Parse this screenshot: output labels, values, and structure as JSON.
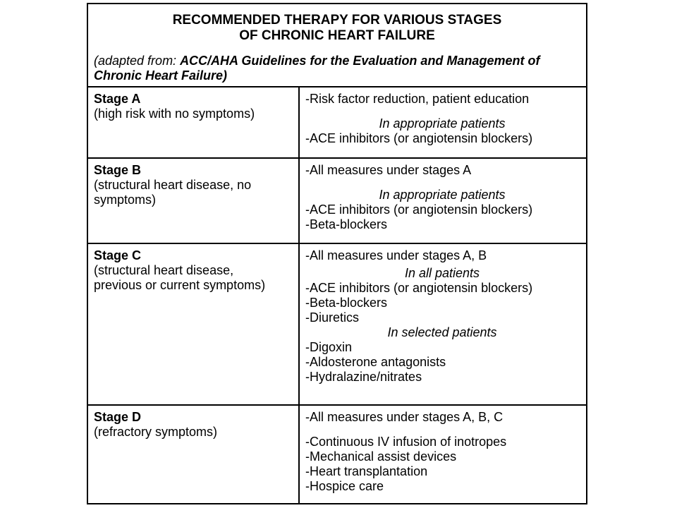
{
  "header": {
    "title_line1": "RECOMMENDED THERAPY FOR VARIOUS STAGES",
    "title_line2": "OF CHRONIC HEART FAILURE",
    "subtitle_lead": "(adapted from: ",
    "subtitle_source_line1": "ACC/AHA Guidelines for the Evaluation and Management of",
    "subtitle_source_line2": "Chronic Heart Failure)"
  },
  "stages": [
    {
      "name": "Stage A",
      "description": "(high risk with no symptoms)",
      "lines": [
        "-Risk factor reduction, patient education",
        "In appropriate patients",
        "-ACE inhibitors (or angiotensin blockers)"
      ]
    },
    {
      "name": "Stage B",
      "description": "(structural heart disease, no\nsymptoms)",
      "lines": [
        "-All measures under stages A",
        "In appropriate patients",
        "-ACE inhibitors (or angiotensin blockers)",
        "-Beta-blockers"
      ]
    },
    {
      "name": "Stage C",
      "description": "(structural heart disease,\nprevious or current symptoms)",
      "lines": [
        "-All measures under stages A, B",
        "In all patients",
        "-ACE inhibitors (or angiotensin blockers)",
        "-Beta-blockers",
        "-Diuretics",
        "In selected patients",
        "-Digoxin",
        "-Aldosterone antagonists",
        "-Hydralazine/nitrates"
      ]
    },
    {
      "name": "Stage D",
      "description": "(refractory symptoms)",
      "lines": [
        "-All measures under stages A, B, C",
        "-Continuous IV infusion of inotropes",
        "-Mechanical assist devices",
        "-Heart transplantation",
        "-Hospice care"
      ]
    }
  ]
}
